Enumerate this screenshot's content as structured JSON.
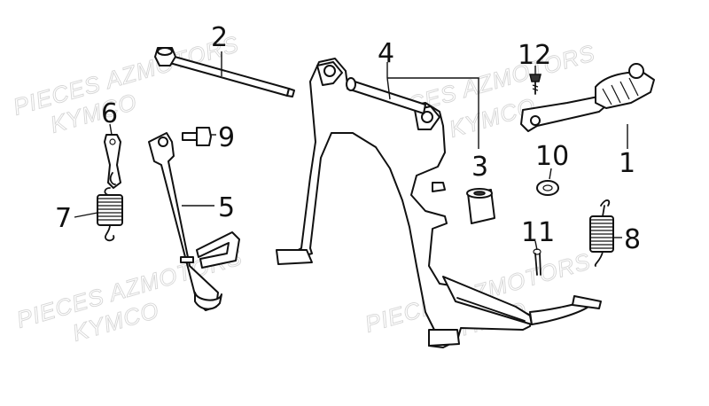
{
  "watermark": {
    "brand": "PIECES AZMOTORS",
    "maker": "KYMCO"
  },
  "callouts": {
    "p1": "1",
    "p2": "2",
    "p3": "3",
    "p4": "4",
    "p5": "5",
    "p6": "6",
    "p7": "7",
    "p8": "8",
    "p9": "9",
    "p10": "10",
    "p11": "11",
    "p12": "12"
  },
  "colors": {
    "ink": "#111111",
    "watermark": "#d6d6d6",
    "background": "#ffffff"
  }
}
